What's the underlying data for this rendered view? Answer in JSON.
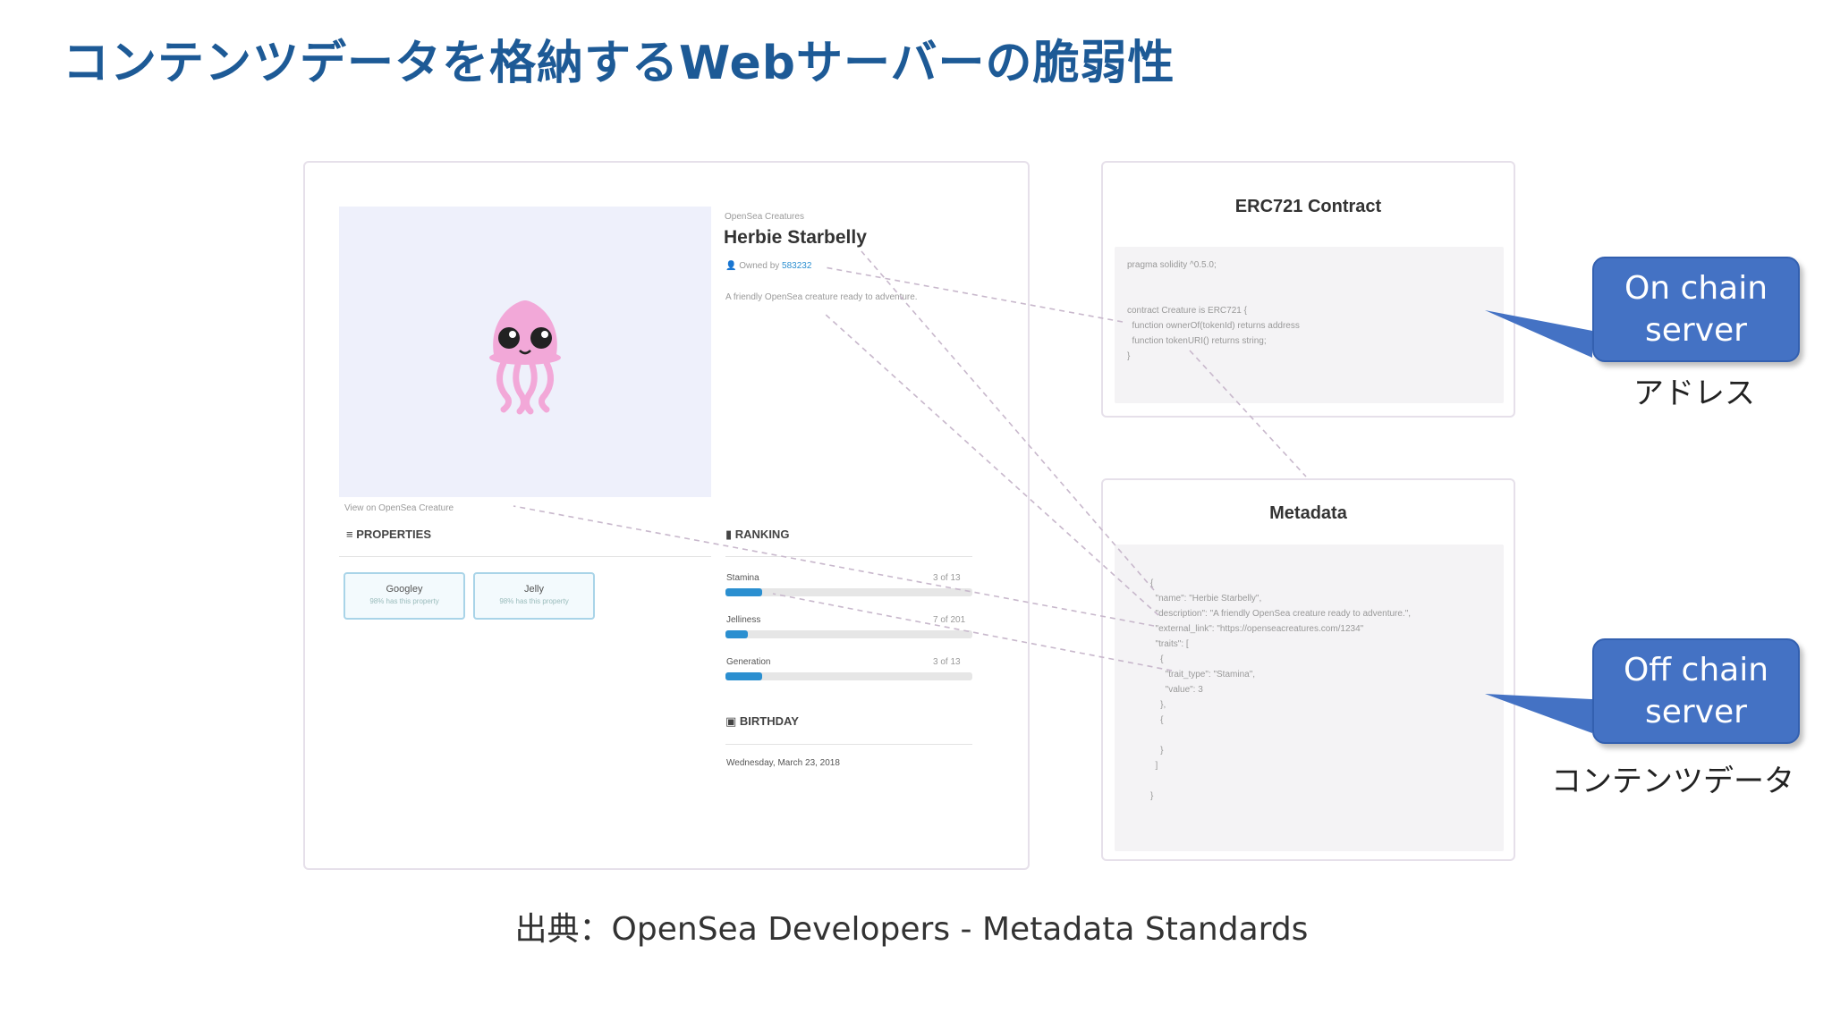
{
  "slide": {
    "title": "コンテンツデータを格納するWebサーバーの脆弱性",
    "caption": "出典：OpenSea Developers - Metadata Standards"
  },
  "nft": {
    "collection": "OpenSea Creatures",
    "name": "Herbie Starbelly",
    "owned_prefix": "Owned by",
    "owner": "583232",
    "description": "A friendly OpenSea creature ready to adventure.",
    "view_link": "View on OpenSea Creature",
    "properties_label": "PROPERTIES",
    "properties": [
      {
        "name": "Googley",
        "sub": "98% has this property"
      },
      {
        "name": "Jelly",
        "sub": "98% has this property"
      }
    ],
    "ranking_label": "RANKING",
    "ranking": [
      {
        "name": "Stamina",
        "value": "3 of 13",
        "fill": 0.15
      },
      {
        "name": "Jelliness",
        "value": "7 of 201",
        "fill": 0.09
      },
      {
        "name": "Generation",
        "value": "3 of 13",
        "fill": 0.15
      }
    ],
    "birthday_label": "BIRTHDAY",
    "birthday": "Wednesday, March 23, 2018"
  },
  "erc721": {
    "title": "ERC721 Contract",
    "code": "pragma solidity ^0.5.0;\n\n\ncontract Creature is ERC721 {\n  function ownerOf(tokenId) returns address\n  function tokenURI() returns string;\n}"
  },
  "metadata": {
    "title": "Metadata",
    "code": "{\n  \"name\": \"Herbie Starbelly\",\n  \"description\": \"A friendly OpenSea creature ready to adventure.\",\n  \"external_link\": \"https://openseacreatures.com/1234\"\n  \"traits\": [\n    {\n      \"trait_type\": \"Stamina\",\n      \"value\": 3\n    },\n    {\n\n    }\n  ]\n\n}"
  },
  "callouts": {
    "on_chain": {
      "title": "On chain server",
      "sub": "アドレス"
    },
    "off_chain": {
      "title": "Off chain server",
      "sub": "コンテンツデータ"
    }
  },
  "colors": {
    "title": "#1d5a96",
    "callout": "#4472c4",
    "bar": "#2b8fd0",
    "connector": "#c8b8cc"
  }
}
